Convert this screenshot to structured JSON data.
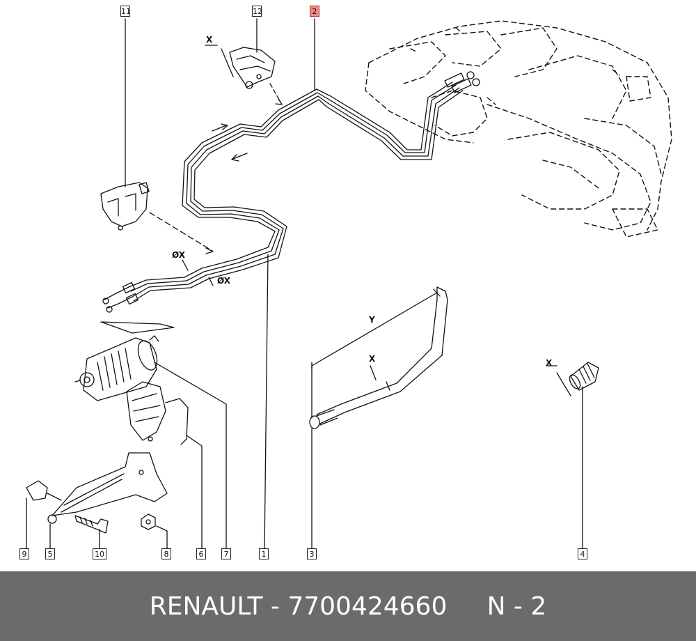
{
  "diagram": {
    "callouts": [
      {
        "id": "11",
        "label": "11"
      },
      {
        "id": "12",
        "label": "12"
      },
      {
        "id": "2",
        "label": "2",
        "highlight": true
      },
      {
        "id": "9",
        "label": "9"
      },
      {
        "id": "5",
        "label": "5"
      },
      {
        "id": "10",
        "label": "10"
      },
      {
        "id": "8",
        "label": "8"
      },
      {
        "id": "6",
        "label": "6"
      },
      {
        "id": "7",
        "label": "7"
      },
      {
        "id": "1",
        "label": "1"
      },
      {
        "id": "3",
        "label": "3"
      },
      {
        "id": "4",
        "label": "4"
      }
    ],
    "dimension_labels": {
      "x_clip": "X",
      "dia_x_a": "ØX",
      "dia_x_b": "ØX",
      "y_hose": "Y",
      "x_hose": "X",
      "x_fitting": "X"
    },
    "highlight_color": "#f08a8a"
  },
  "footer": {
    "text": "RENAULT - 7700424660     N - 2"
  }
}
